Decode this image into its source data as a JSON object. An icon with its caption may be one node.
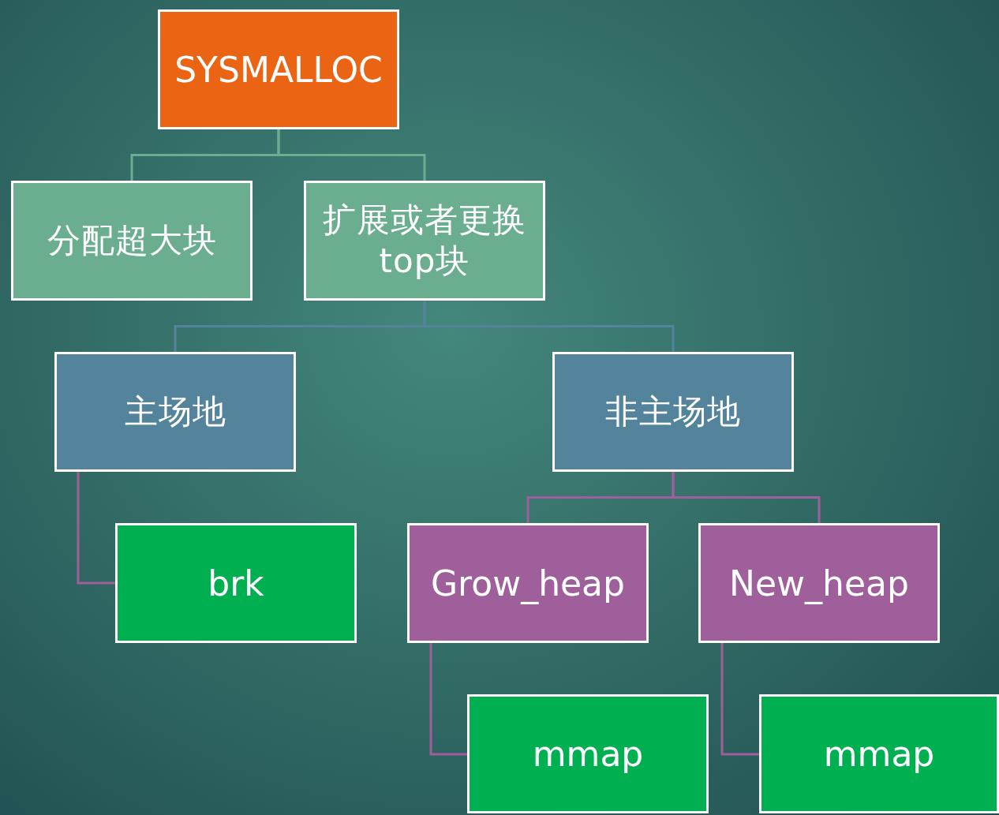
{
  "diagram": {
    "nodes": [
      {
        "text": [
          "SYSMALLOC"
        ]
      },
      {
        "text": [
          "分配超大块"
        ]
      },
      {
        "text": [
          "扩展或者更换top块"
        ]
      },
      {
        "text": [
          "主场地"
        ]
      },
      {
        "text": [
          "非主场地"
        ]
      },
      {
        "text": [
          "brk"
        ]
      },
      {
        "text": [
          "Grow_heap"
        ]
      },
      {
        "text": [
          "New_heap"
        ]
      },
      {
        "text": [
          "mmap"
        ]
      },
      {
        "text": [
          "mmap"
        ]
      }
    ],
    "edges": [
      {
        "from": 0,
        "to": 1,
        "arrow": "none",
        "color": "#6aad8f"
      },
      {
        "from": 0,
        "to": 2,
        "arrow": "none",
        "color": "#6aad8f"
      },
      {
        "from": 2,
        "to": 3,
        "arrow": "none",
        "color": "#54849b"
      },
      {
        "from": 2,
        "to": 4,
        "arrow": "none",
        "color": "#54849b"
      },
      {
        "from": 3,
        "to": 5,
        "arrow": "none"
      },
      {
        "from": 4,
        "to": 6,
        "arrow": "none"
      },
      {
        "from": 4,
        "to": 7,
        "arrow": "none"
      },
      {
        "from": 6,
        "to": 8,
        "arrow": "none"
      },
      {
        "from": 7,
        "to": 9,
        "arrow": "none"
      }
    ]
  }
}
